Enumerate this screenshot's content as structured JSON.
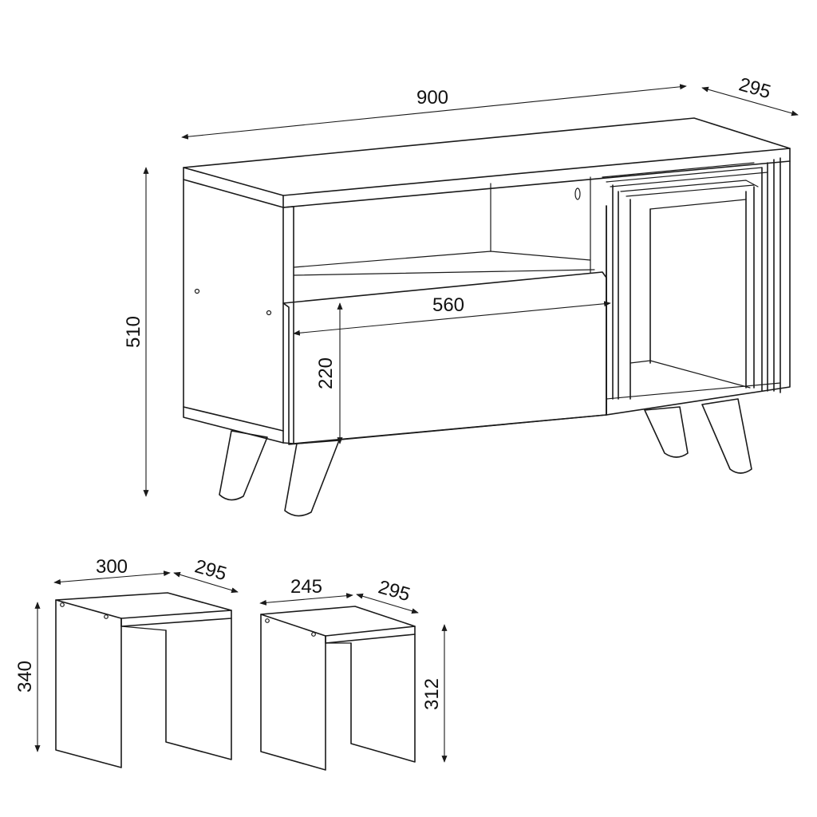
{
  "tv_unit": {
    "width": "900",
    "depth": "295",
    "height": "510",
    "drawer_width": "560",
    "drawer_height": "220"
  },
  "table_large": {
    "width": "300",
    "depth": "295",
    "height": "340"
  },
  "table_small": {
    "width": "245",
    "depth": "295",
    "height": "312"
  }
}
